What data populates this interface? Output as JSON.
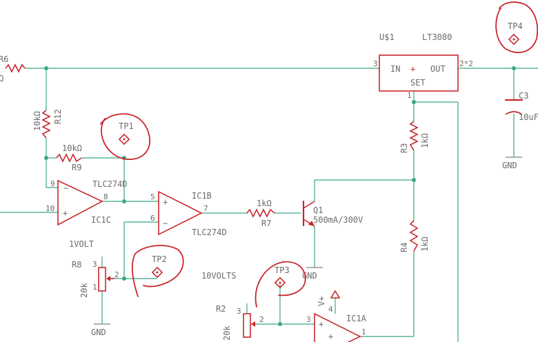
{
  "labels": {
    "r6": "R6",
    "r6_unit": "Ω",
    "r12_value": "10kΩ",
    "r12": "R12",
    "r9_value": "10kΩ",
    "r9": "R9",
    "tp1": "TP1",
    "tp2": "TP2",
    "tp3": "TP3",
    "tp4": "TP4",
    "u1": "U$1",
    "u1_part": "LT3080",
    "u1_in": "IN",
    "u1_out": "OUT",
    "u1_set": "SET",
    "u1_pin_in": "3",
    "u1_pin_out": "2*2",
    "u1_pin_set": "1",
    "c3": "C3",
    "c3_value": "10uF",
    "gnd_top": "GND",
    "ic1c_part": "TLC274D",
    "ic1c": "IC1C",
    "ic1c_pin9": "9",
    "ic1c_pin10": "10",
    "ic1c_pin8": "8",
    "ic1b": "IC1B",
    "ic1b_part": "TLC274D",
    "ic1b_pin5": "5",
    "ic1b_pin6": "6",
    "ic1b_pin7": "7",
    "r7_value": "1kΩ",
    "r7": "R7",
    "q1": "Q1",
    "q1_rating": "500mA/300V",
    "r3": "R3",
    "r3_value": "1kΩ",
    "r4": "R4",
    "r4_value": "1kΩ",
    "r8": "R8",
    "r8_value": "20k",
    "r8_net": "1VOLT",
    "r8_pin3": "3",
    "r8_pin2": "2",
    "r8_pin1": "1",
    "gnd_r8": "GND",
    "r2": "R2",
    "r2_value": "20k",
    "r2_net": "10VOLTS",
    "r2_pin3": "3",
    "r2_pin2": "2",
    "gnd_q1": "GND",
    "vplus": "V+",
    "ic1a": "IC1A",
    "ic1a_pin3": "3",
    "ic1a_pin4": "4",
    "ic1a_pin1": "1",
    "plus": "+",
    "minus": "−"
  },
  "colors": {
    "wire": "#39a87f",
    "symbol": "#c8262c",
    "text": "#6a6a6a",
    "background": "#ffffff"
  }
}
